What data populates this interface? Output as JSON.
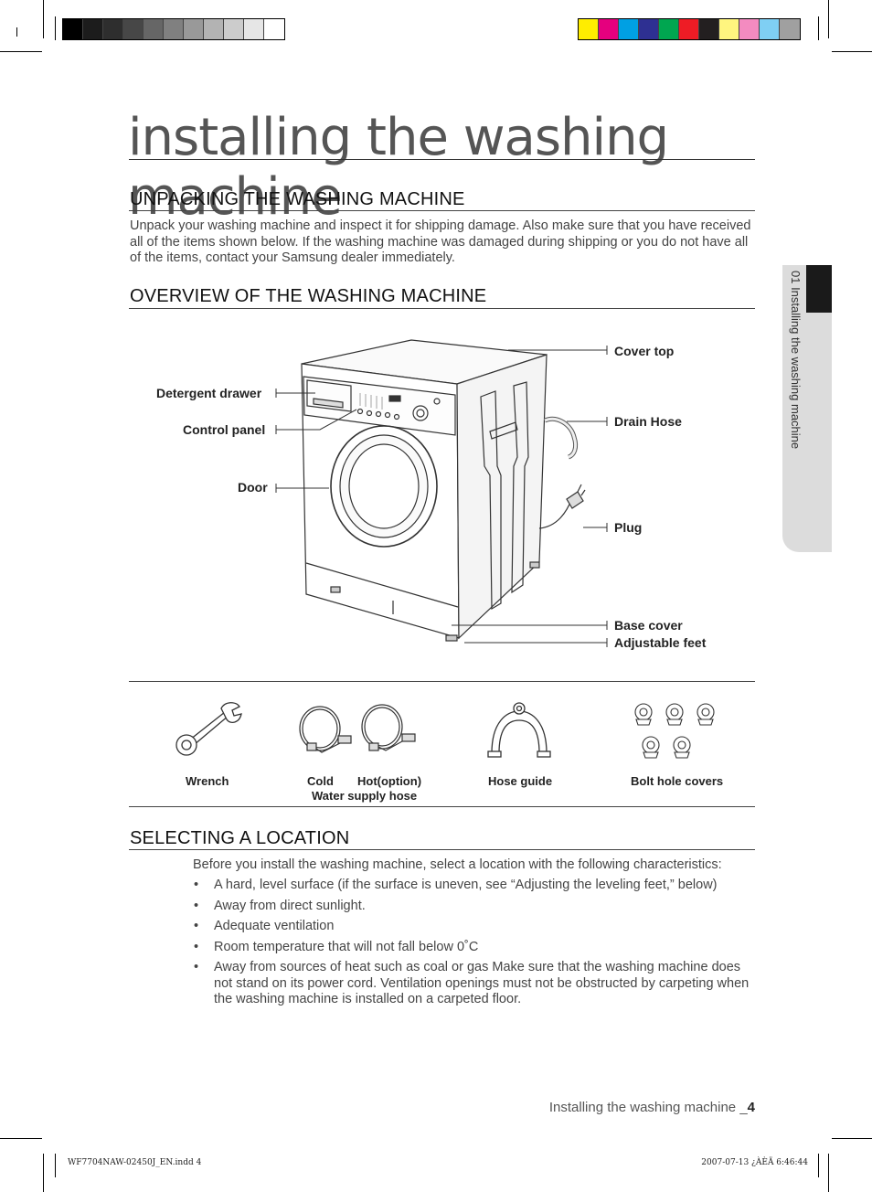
{
  "registration_bars": {
    "grays": [
      "#000000",
      "#1c1c1c",
      "#2e2e2e",
      "#474747",
      "#666666",
      "#808080",
      "#999999",
      "#b3b3b3",
      "#cccccc",
      "#e6e6e6",
      "#ffffff"
    ],
    "colors": [
      "#ffed00",
      "#e5007e",
      "#00a0e3",
      "#2e3092",
      "#00a650",
      "#ee1c25",
      "#231f20",
      "#fff57f",
      "#f38bc0",
      "#7fcff3",
      "#a0a0a0"
    ]
  },
  "page_title": "installing the washing machine",
  "sections": {
    "unpacking": {
      "heading": "UNPACKING THE WASHING MACHINE",
      "body": "Unpack your washing machine and inspect it for shipping damage. Also make sure that you have received all of the items shown below. If the washing machine was damaged during shipping or you do not have all of the items, contact your Samsung dealer immediately."
    },
    "overview": {
      "heading": "OVERVIEW OF THE WASHING MACHINE",
      "labels": {
        "cover_top": "Cover top",
        "detergent_drawer": "Detergent drawer",
        "drain_hose": "Drain Hose",
        "control_panel": "Control panel",
        "door": "Door",
        "plug": "Plug",
        "base_cover": "Base cover",
        "adjustable_feet": "Adjustable feet"
      }
    },
    "accessories": {
      "wrench": "Wrench",
      "cold": "Cold",
      "hot": "Hot(option)",
      "water_supply_hose": "Water supply hose",
      "hose_guide": "Hose guide",
      "bolt_hole_covers": "Bolt hole covers"
    },
    "location": {
      "heading": "SELECTING A LOCATION",
      "intro": "Before you install the washing machine, select a location with the following characteristics:",
      "items": [
        "A hard, level surface (if the surface is uneven, see “Adjusting the leveling feet,” below)",
        "Away from direct sunlight.",
        "Adequate ventilation",
        "Room temperature that will not fall below 0˚C",
        "Away from sources of heat such as coal or gas Make sure that the washing machine does not stand on its power cord. Ventilation openings must not be obstructed by carpeting when the washing machine is installed on a carpeted floor."
      ]
    }
  },
  "side_tab": "01 Installing the washing machine",
  "footer": {
    "text": "Installing the washing machine _",
    "page": "4"
  },
  "slug": {
    "left": "WF7704NAW-02450J_EN.indd   4",
    "right": "2007-07-13   ¿ÀÈÄ 6:46:44"
  }
}
